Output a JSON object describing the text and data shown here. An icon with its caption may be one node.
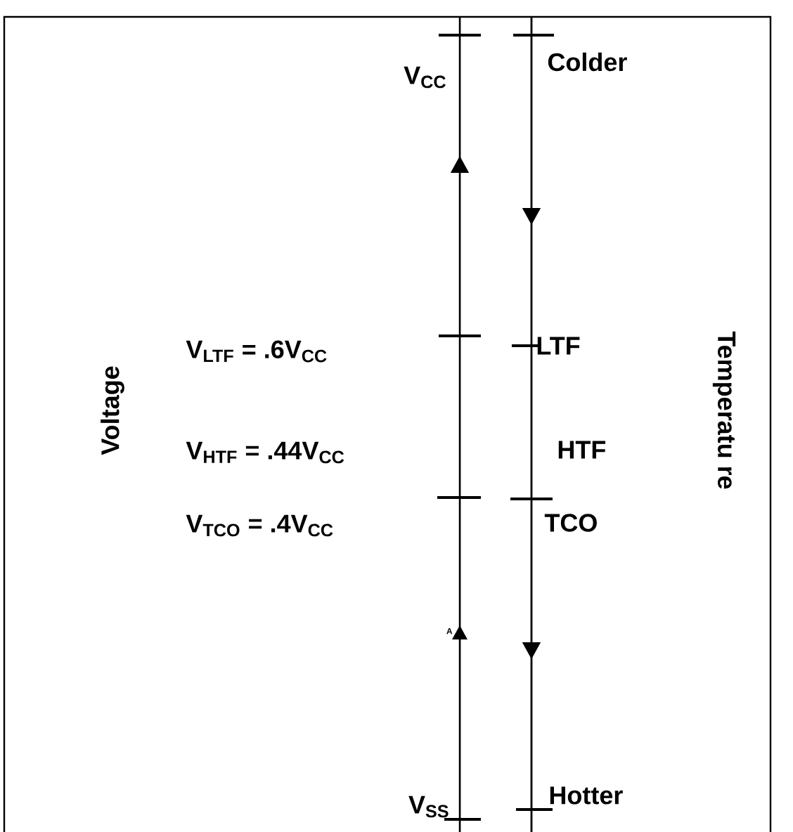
{
  "diagram": {
    "labels": [
      "V$_{CC}$",
      "Colder",
      "V$_{LTF}$ = .6V$_{CC}$",
      "LTF",
      "Voltage",
      "Temperatu re",
      "V$_{HTF}$ = .44V$_{CC}$",
      "HTF",
      "V$_{TCO}$ = .4V$_{CC}$",
      "TCO",
      "A",
      "V$_{SS}$",
      "Hotter"
    ]
  }
}
